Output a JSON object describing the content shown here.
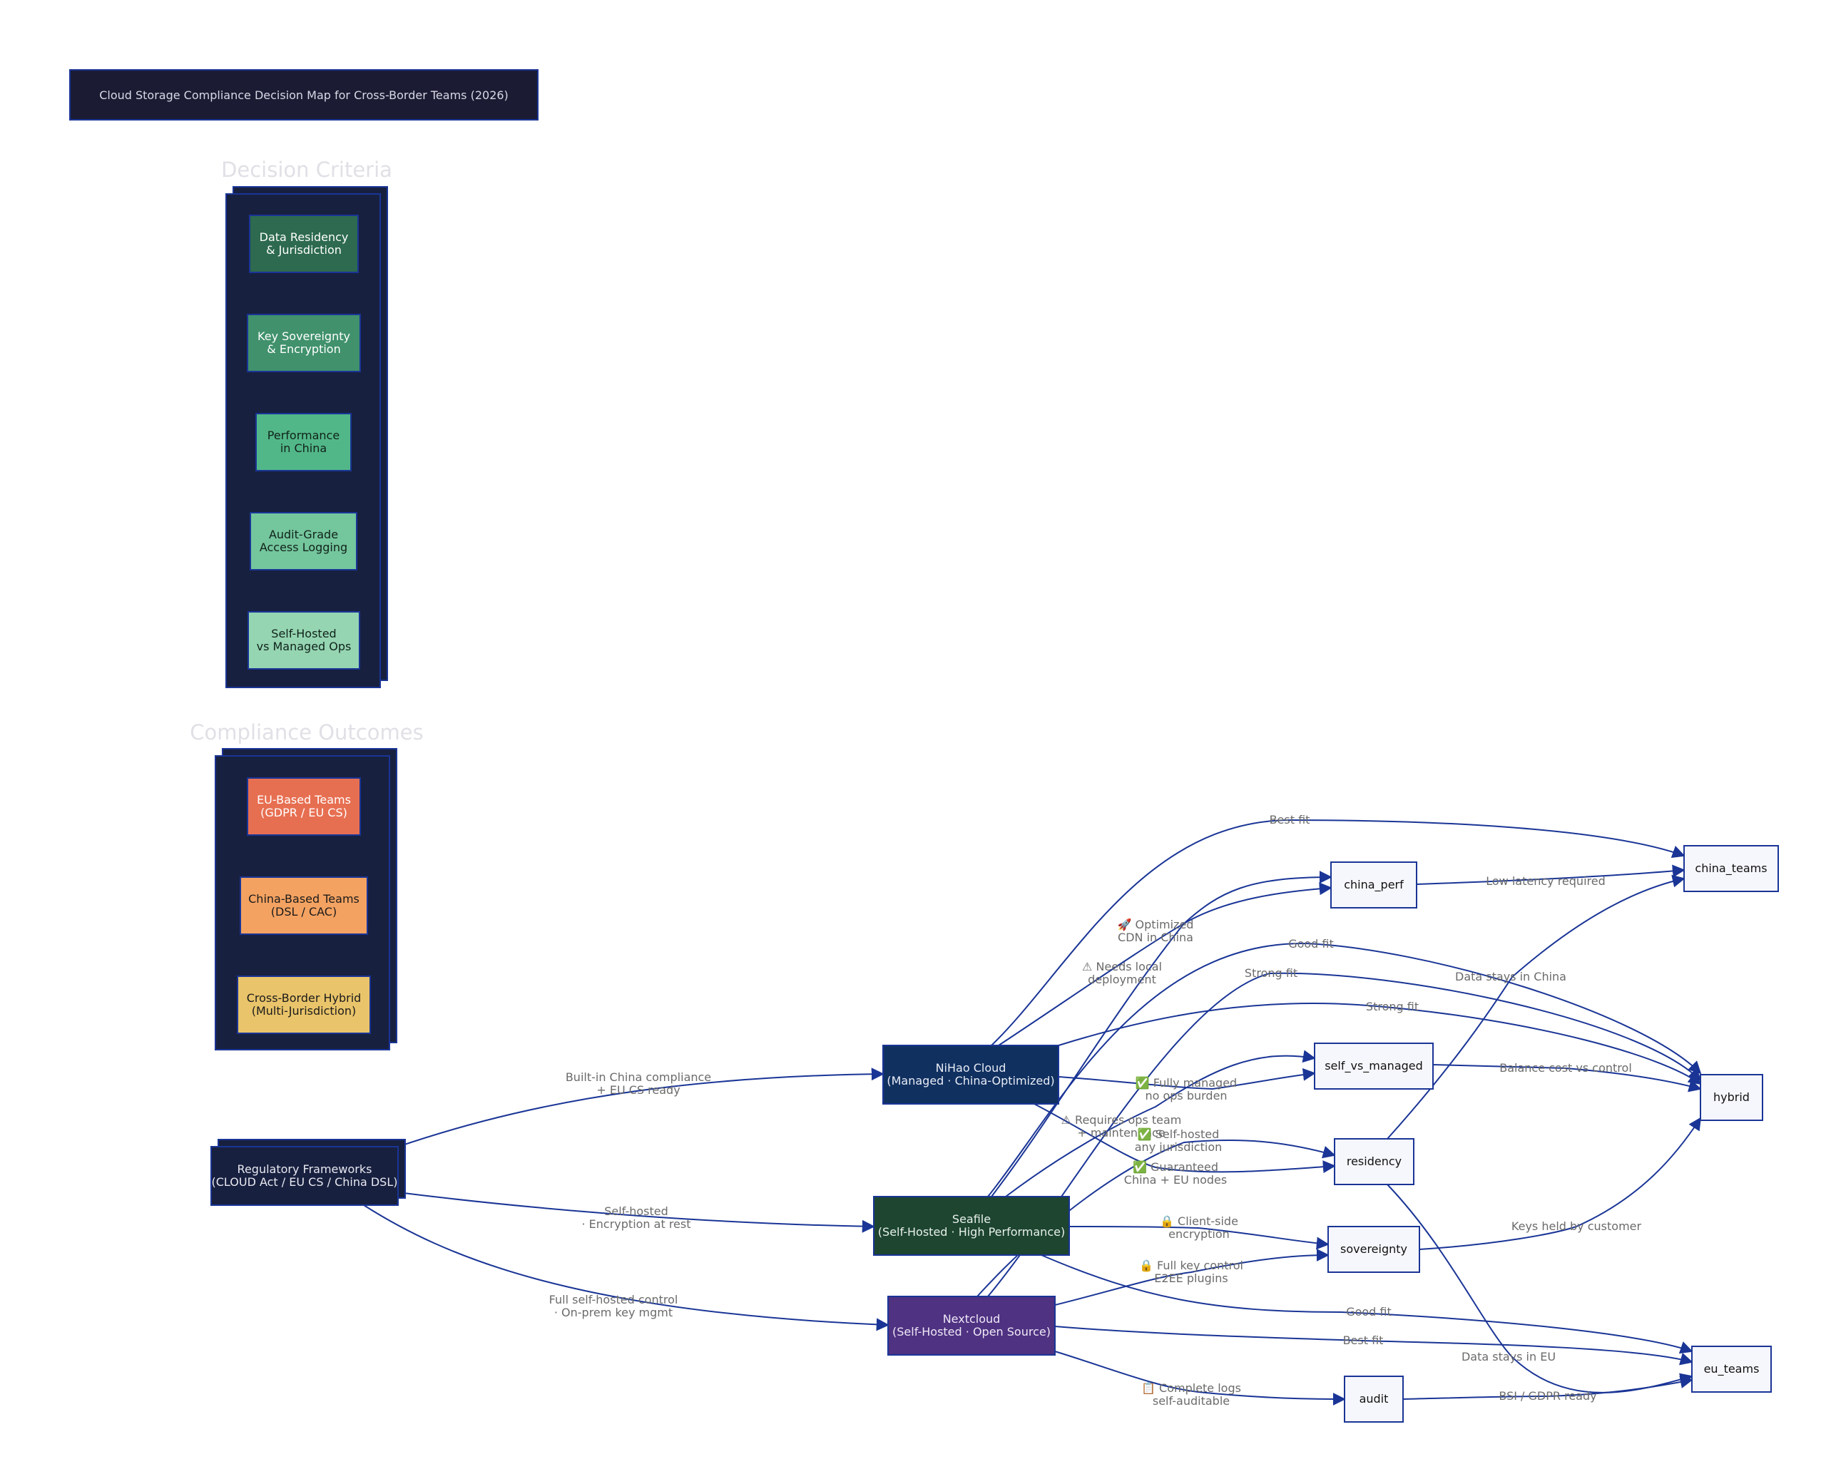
{
  "title": "Cloud Storage Compliance Decision Map for Cross-Border Teams (2026)",
  "colors": {
    "edge": "#1a3596",
    "group_bg": "#17203f",
    "title_bg": "#1b1b33",
    "plain_node_bg": "#f6f7fc",
    "edge_label": "#6b6b6b"
  },
  "groups": {
    "criteria": {
      "title": "Decision Criteria",
      "items": [
        {
          "label": "Data Residency\n& Jurisdiction",
          "color": "#2d6a4f",
          "text_color": "#ffffff"
        },
        {
          "label": "Key Sovereignty\n& Encryption",
          "color": "#40916c",
          "text_color": "#ffffff"
        },
        {
          "label": "Performance\nin China",
          "color": "#52b788",
          "text_color": "#10221a"
        },
        {
          "label": "Audit-Grade\nAccess Logging",
          "color": "#74c69d",
          "text_color": "#10221a"
        },
        {
          "label": "Self-Hosted\nvs Managed Ops",
          "color": "#95d5b2",
          "text_color": "#10221a"
        }
      ]
    },
    "outcomes": {
      "title": "Compliance Outcomes",
      "items": [
        {
          "label": "EU-Based Teams\n(GDPR / EU CS)",
          "color": "#e76f51",
          "text_color": "#ffffff"
        },
        {
          "label": "China-Based Teams\n(DSL / CAC)",
          "color": "#f4a261",
          "text_color": "#1b1b1b"
        },
        {
          "label": "Cross-Border Hybrid\n(Multi-Jurisdiction)",
          "color": "#e9c46a",
          "text_color": "#1b1b1b"
        }
      ]
    }
  },
  "nodes": {
    "regulatory": {
      "label": "Regulatory Frameworks\n(CLOUD Act / EU CS / China DSL)",
      "color": "#17203f",
      "text_color": "#e8e8f0"
    },
    "nihao": {
      "label": "NiHao Cloud\n(Managed · China-Optimized)",
      "color": "#103060",
      "text_color": "#e8ecf5"
    },
    "seafile": {
      "label": "Seafile\n(Self-Hosted · High Performance)",
      "color": "#1d4530",
      "text_color": "#e8f0ea"
    },
    "nextcloud": {
      "label": "Nextcloud\n(Self-Hosted · Open Source)",
      "color": "#4f3282",
      "text_color": "#efe8f7"
    },
    "china_perf": {
      "label": "china_perf"
    },
    "self_vs_managed": {
      "label": "self_vs_managed"
    },
    "residency": {
      "label": "residency"
    },
    "sovereignty": {
      "label": "sovereignty"
    },
    "audit": {
      "label": "audit"
    },
    "china_teams": {
      "label": "china_teams"
    },
    "hybrid": {
      "label": "hybrid"
    },
    "eu_teams": {
      "label": "eu_teams"
    }
  },
  "edge_labels": {
    "reg_nihao": "Built-in China compliance\n+ EU CS ready",
    "reg_seafile": "Self-hosted\n· Encryption at rest",
    "reg_nextcloud": "Full self-hosted control\n· On-prem key mgmt",
    "nihao_china_teams": "Best fit",
    "nihao_china_perf": "🚀 Optimized\nCDN in China",
    "seafile_china_perf": "⚠ Needs local\ndeployment",
    "seafile_hybrid": "Good fit",
    "nextcloud_hybrid": "Strong fit",
    "nihao_hybrid": "Strong fit",
    "nihao_self": "✅ Fully managed\nno ops burden",
    "seafile_self": "⚠ Requires ops team\n+ maintenance",
    "nextcloud_residency": "✅ Self-hosted\nany jurisdiction",
    "nihao_residency": "✅ Guaranteed\nChina + EU nodes",
    "seafile_sovereignty": "🔒 Client-side\nencryption",
    "nextcloud_sovereignty": "🔒 Full key control\nE2EE plugins",
    "seafile_eu": "Good fit",
    "nextcloud_eu": "Best fit",
    "nextcloud_audit": "📋 Complete logs\nself-auditable",
    "china_perf_china_teams": "Low latency required",
    "residency_china_teams": "Data stays in China",
    "self_hybrid": "Balance cost vs control",
    "sovereignty_hybrid": "Keys held by customer",
    "residency_eu": "Data stays in EU",
    "audit_eu": "BSI / GDPR ready"
  }
}
